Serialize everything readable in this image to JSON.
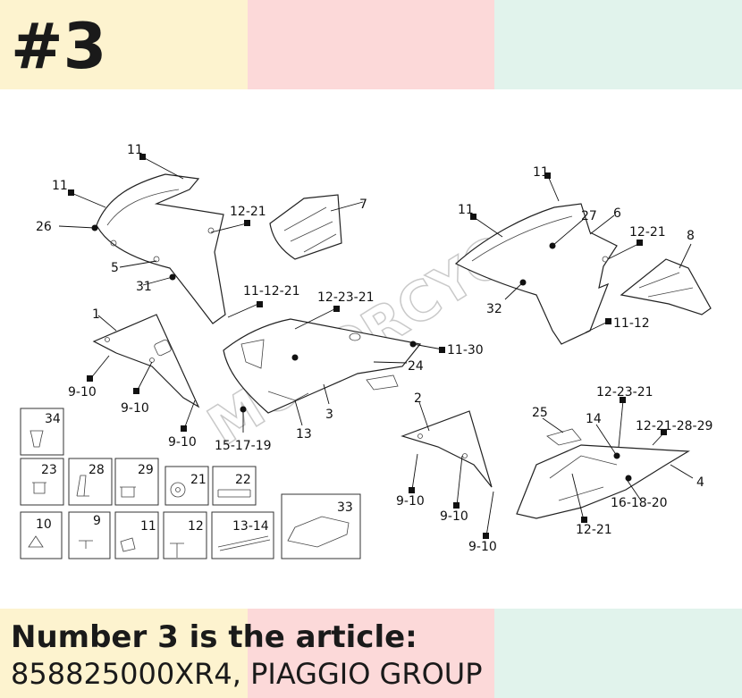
{
  "header": {
    "title": "#3"
  },
  "colors": {
    "yellow": "#fdf3cf",
    "pink": "#fcd9d9",
    "mint": "#e1f3ec"
  },
  "footer": {
    "line1": "Number 3 is the article:",
    "line2": "858825000XR4, PIAGGIO GROUP"
  },
  "diagram": {
    "watermark": "MOTORCYC",
    "labels": {
      "l11a": "11",
      "l11b": "11",
      "l26": "26",
      "l5": "5",
      "l31": "31",
      "l12_21a": "12-21",
      "l7": "7",
      "l11_12_21": "11-12-21",
      "l1": "1",
      "l12_23_21a": "12-23-21",
      "l11_30": "11-30",
      "l24": "24",
      "l3": "3",
      "l13": "13",
      "l15_17_19": "15-17-19",
      "l9_10a": "9-10",
      "l9_10b": "9-10",
      "l9_10c": "9-10",
      "l11c": "11",
      "l11d": "11",
      "l27": "27",
      "l6": "6",
      "l12_21b": "12-21",
      "l8": "8",
      "l32": "32",
      "l11_12": "11-12",
      "l2": "2",
      "l12_23_21b": "12-23-21",
      "l25": "25",
      "l14": "14",
      "l12_21_28_29": "12-21-28-29",
      "l4": "4",
      "l16_18_20": "16-18-20",
      "l12_21c": "12-21",
      "l9_10d": "9-10",
      "l9_10e": "9-10",
      "l9_10f": "9-10"
    },
    "hardware": {
      "b34": "34",
      "b23": "23",
      "b28": "28",
      "b29": "29",
      "b21": "21",
      "b22": "22",
      "b10": "10",
      "b9": "9",
      "b11": "11",
      "b12": "12",
      "b13_14": "13-14",
      "b33": "33"
    }
  }
}
